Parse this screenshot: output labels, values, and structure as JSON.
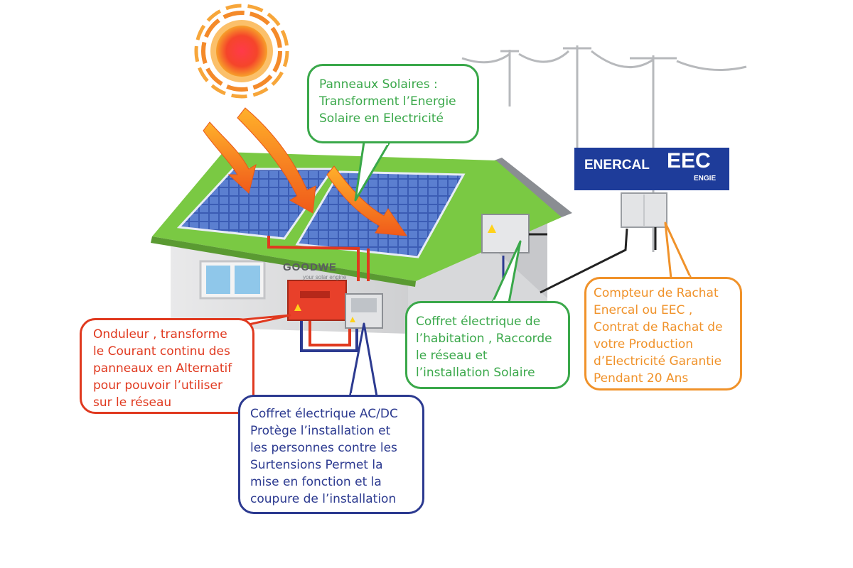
{
  "colors": {
    "green": "#3aa84a",
    "red": "#e0391f",
    "blue": "#2c3a90",
    "orange": "#f0922a",
    "roof": "#7ac943",
    "panel": "#3f5fb7",
    "banner": "#1e3c9a"
  },
  "logos": {
    "goodwe": "GOODWE",
    "goodwe_tagline": "your solar engine",
    "enercal": "ENERCAL",
    "eec": "EEC",
    "engie": "ENGIE"
  },
  "callouts": {
    "panels": {
      "lines": [
        "Panneaux Solaires :",
        "Transforment l’Energie",
        "Solaire en Electricité"
      ]
    },
    "inverter": {
      "lines": [
        "Onduleur , transforme",
        "le Courant continu des",
        "panneaux en Alternatif",
        "pour pouvoir l’utiliser",
        "sur le réseau"
      ]
    },
    "acdc": {
      "lines": [
        "Coffret électrique AC/DC",
        "Protège l’installation et",
        "les personnes contre les",
        "Surtensions Permet la",
        " mise en fonction et la",
        "coupure de l’installation"
      ]
    },
    "home": {
      "lines": [
        "Coffret électrique de",
        "l’habitation , Raccorde",
        "le réseau et",
        "l’installation Solaire"
      ]
    },
    "meter": {
      "lines": [
        "Compteur de Rachat",
        "Enercal ou EEC ,",
        "Contrat de Rachat de",
        "votre Production",
        "d’Electricité Garantie",
        "Pendant 20 Ans"
      ]
    }
  }
}
